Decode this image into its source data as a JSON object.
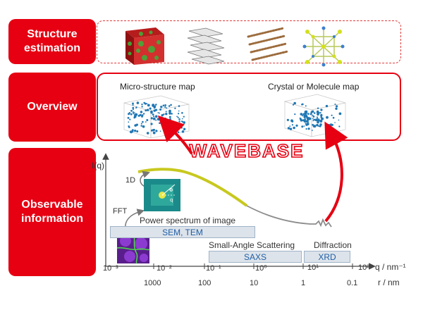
{
  "sidebar": {
    "structure": "Structure\nestimation",
    "overview": "Overview",
    "observable": "Observable\ninformation"
  },
  "overview": {
    "micro_label": "Micro-structure map",
    "crystal_label": "Crystal or Molecule map"
  },
  "logo": "WAVEBASE",
  "plot": {
    "yaxis": "I(q)",
    "q_label": "q / nm⁻¹",
    "r_label": "r / nm",
    "q_ticks": [
      "10⁻³",
      "10⁻²",
      "10⁻¹",
      "10⁰",
      "10¹",
      "10²"
    ],
    "r_ticks": [
      "1000",
      "100",
      "10",
      "1",
      "0.1"
    ],
    "label_1d": "1D",
    "label_fft": "FFT",
    "power_spectrum": "Power spectrum of image",
    "saxs_caption": "Small-Angle Scattering",
    "diffraction_caption": "Diffraction",
    "sem_tem": "SEM, TEM",
    "saxs": "SAXS",
    "xrd": "XRD",
    "phi": "Φ",
    "q": "q"
  },
  "colors": {
    "red": "#e60012",
    "curve_yellow": "#c8c81e",
    "curve_gray": "#8c8c8c"
  }
}
